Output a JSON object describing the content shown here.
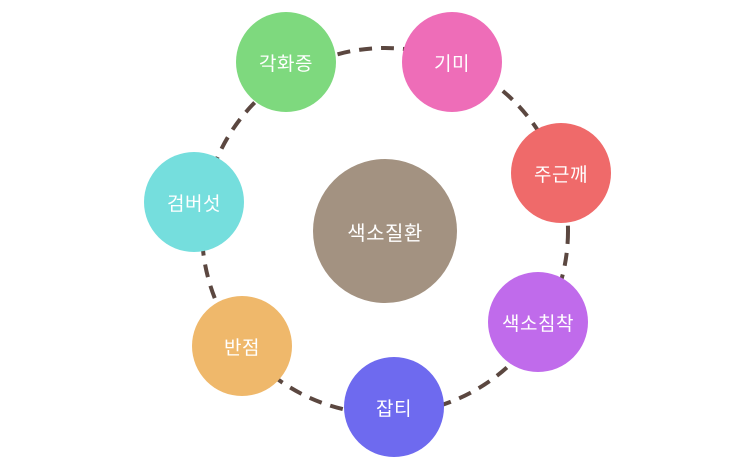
{
  "diagram": {
    "center": {
      "label": "색소질환",
      "color": "#A39281"
    },
    "ring_color": "#5B4740",
    "nodes": [
      {
        "id": "gakhwajeung",
        "label": "각화증",
        "color": "#7ED97E"
      },
      {
        "id": "gimi",
        "label": "기미",
        "color": "#EE6DB8"
      },
      {
        "id": "jugeunkkae",
        "label": "주근깨",
        "color": "#EF6A6A"
      },
      {
        "id": "saekso-chimchak",
        "label": "색소침착",
        "color": "#C06BEB"
      },
      {
        "id": "japti",
        "label": "잡티",
        "color": "#6E6AEF"
      },
      {
        "id": "banjeom",
        "label": "반점",
        "color": "#EFB86B"
      },
      {
        "id": "geombeoseot",
        "label": "검버섯",
        "color": "#75DEDD"
      }
    ]
  }
}
